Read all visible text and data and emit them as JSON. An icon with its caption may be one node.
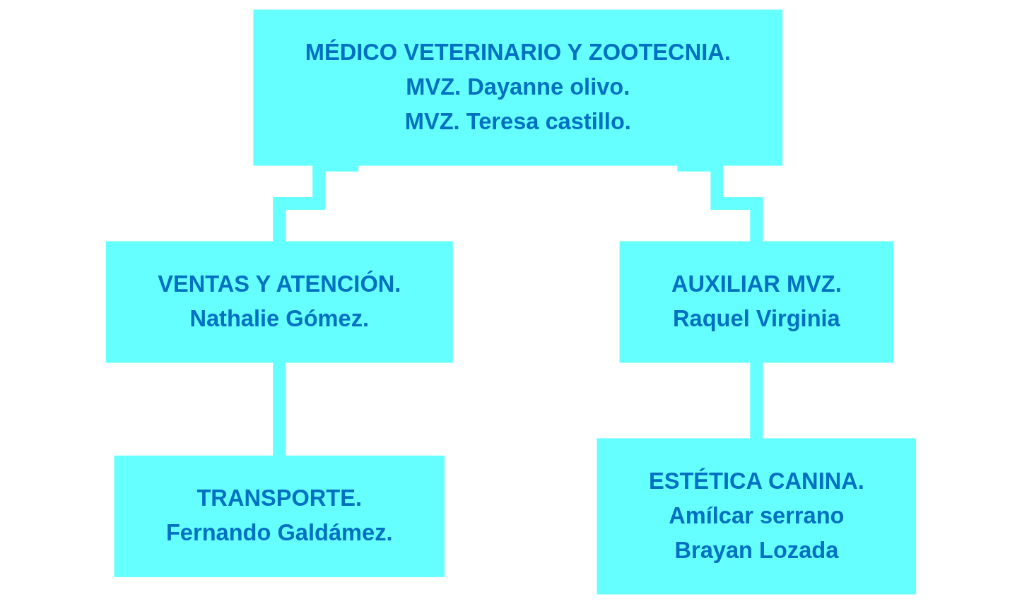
{
  "diagram": {
    "nodes": [
      {
        "text": [
          "MÉDICO VETERINARIO Y ZOOTECNIA.",
          "MVZ. Dayanne olivo.",
          "MVZ. Teresa castillo."
        ]
      },
      {
        "text": [
          "AUXILIAR MVZ.",
          "Raquel Virginia"
        ]
      },
      {
        "text": [
          "VENTAS Y ATENCIÓN.",
          "Nathalie Gómez."
        ]
      },
      {
        "text": [
          "ESTÉTICA CANINA.",
          "Amílcar serrano",
          "Brayan Lozada"
        ]
      },
      {
        "text": [
          "TRANSPORTE.",
          "Fernando Galdámez."
        ]
      }
    ],
    "edges": [
      {
        "from": 0,
        "to": 2,
        "arrow": "none"
      },
      {
        "from": 0,
        "to": 1,
        "arrow": "none"
      },
      {
        "from": 1,
        "to": 3,
        "arrow": "none"
      },
      {
        "from": 2,
        "to": 4,
        "arrow": "none"
      }
    ]
  }
}
